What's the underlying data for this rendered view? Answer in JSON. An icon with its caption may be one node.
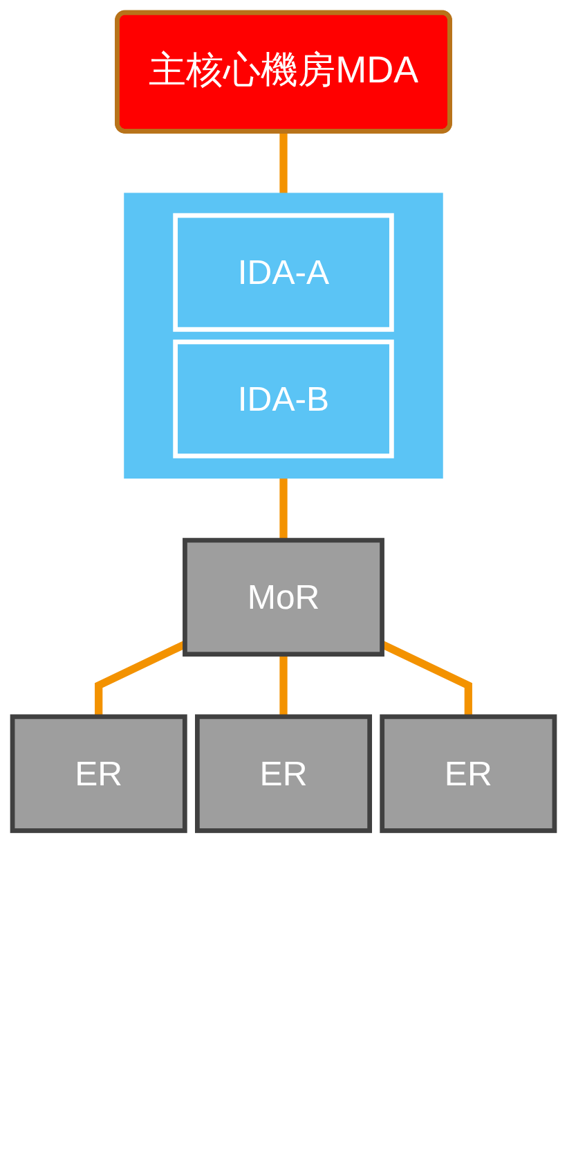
{
  "diagram": {
    "nodes": [
      {
        "text": [
          "主核心機房MDA"
        ]
      },
      {
        "text": [],
        "shape": "box"
      },
      {
        "text": [
          "IDA-A"
        ],
        "in": 1
      },
      {
        "text": [
          "IDA-B"
        ],
        "in": 1
      },
      {
        "text": [
          "MoR"
        ]
      },
      {
        "text": [
          "ER"
        ]
      },
      {
        "text": [
          "ER"
        ]
      },
      {
        "text": [
          "ER"
        ]
      }
    ],
    "edges": [
      {
        "from": 0,
        "to": 1,
        "arrow": "none"
      },
      {
        "from": 1,
        "to": 4,
        "arrow": "none"
      },
      {
        "from": 4,
        "to": 5,
        "arrow": "none"
      },
      {
        "from": 4,
        "to": 6,
        "arrow": "none"
      },
      {
        "from": 4,
        "to": 7,
        "arrow": "none"
      }
    ]
  }
}
